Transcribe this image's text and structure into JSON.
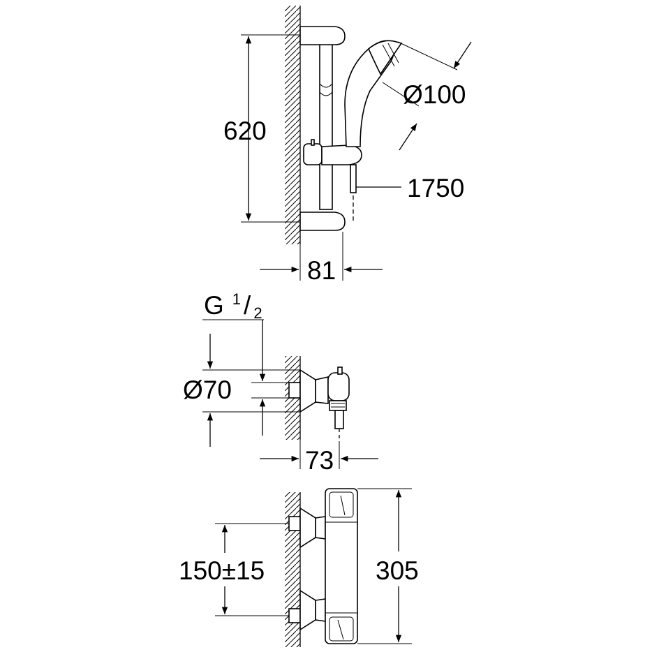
{
  "drawing": {
    "shower_set": {
      "rail_height": "620",
      "head_diameter": "Ø100",
      "hose_length": "1750",
      "wall_offset": "81"
    },
    "valve_side": {
      "thread_base": "G",
      "thread_num": "1",
      "thread_den": "2",
      "escutcheon_diameter": "Ø70",
      "projection": "73"
    },
    "valve_front": {
      "inlet_centers": "150±15",
      "body_length": "305"
    }
  }
}
